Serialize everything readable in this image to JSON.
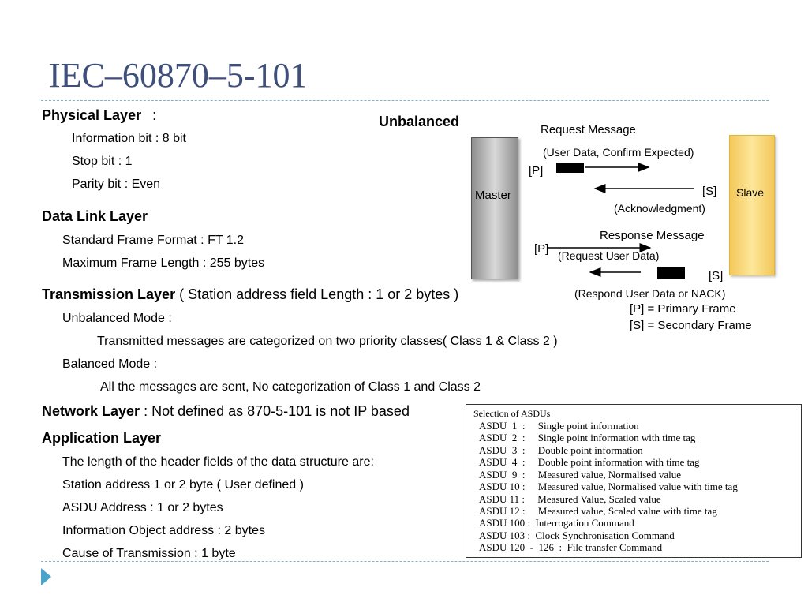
{
  "title": "IEC–60870–5-101",
  "physical": {
    "heading": "Physical Layer",
    "colon": ":",
    "items": [
      "Information bit  : 8 bit",
      "Stop bit : 1",
      "Parity bit  :  Even"
    ]
  },
  "datalink": {
    "heading": "Data Link Layer",
    "items": [
      "Standard Frame Format  :  FT 1.2",
      "Maximum Frame Length :  255 bytes"
    ]
  },
  "transmission": {
    "heading": "Transmission Layer",
    "suffix": " ( Station address field Length : 1  or 2 bytes )",
    "unbalanced_mode": "Unbalanced Mode  :",
    "unbalanced_desc": "Transmitted messages are categorized on two priority classes( Class 1 & Class 2 )",
    "balanced_mode": "Balanced Mode  :",
    "balanced_desc": "All the messages are sent, No categorization of Class 1 and Class 2"
  },
  "network": {
    "heading": "Network Layer",
    "suffix": " :  Not defined as  870-5-101 is not IP based"
  },
  "application": {
    "heading": "Application Layer",
    "items": [
      "The length of the header fields of the data structure are:",
      "Station  address 1 or 2 byte ( User defined )",
      "ASDU Address : 1 or 2 bytes",
      "Information Object address :  2 bytes",
      "Cause of Transmission  :  1 byte"
    ]
  },
  "diagram": {
    "heading": "Unbalanced",
    "master": "Master",
    "slave": "Slave",
    "request_message": "Request Message",
    "user_data": "(User Data, Confirm Expected)",
    "p1": "[P]",
    "s1": "[S]",
    "ack": "(Acknowledgment)",
    "response_message": "Response Message",
    "p2": "[P]",
    "request_user_data": "(Request User Data)",
    "s2": "[S]",
    "respond": "(Respond User Data or NACK)",
    "legend_p": "[P] = Primary Frame",
    "legend_s": "[S] = Secondary Frame"
  },
  "asdu": {
    "title": "Selection of ASDUs",
    "items": [
      "ASDU  1  :     Single point information",
      "ASDU  2  :     Single point information with time tag",
      "ASDU  3  :     Double point information",
      "ASDU  4  :     Double point information with time tag",
      "ASDU  9  :     Measured value, Normalised value",
      "ASDU 10 :     Measured value, Normalised value with time tag",
      "ASDU 11 :     Measured Value, Scaled value",
      "ASDU 12 :     Measured value, Scaled value with time tag",
      "ASDU 100 :  Interrogation Command",
      "ASDU 103 :  Clock Synchronisation Command",
      "ASDU 120  -  126  :  File transfer Command"
    ]
  },
  "colors": {
    "title": "#3d4f7a",
    "accent": "#4aa3c8",
    "dash": "#7fb4cf",
    "master": "#a6a6a6",
    "slave": "#f5c857"
  }
}
